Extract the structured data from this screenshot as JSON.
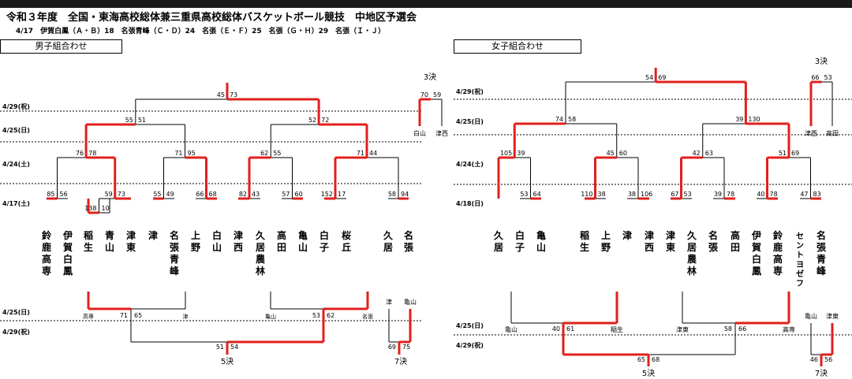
{
  "header": {
    "title": "令和３年度　全国・東海高校総体兼三重県高校総体バスケットボール競技　中地区予選会",
    "subtitle": "4/17　伊賀白鳳（Ａ・Ｂ）18　名張青峰（Ｃ・Ｄ）24　名張（Ｅ・Ｆ）25　名張（Ｇ・Ｈ）29　名張（Ｉ・Ｊ）"
  },
  "sections": {
    "boys": "男子組合わせ",
    "girls": "女子組合わせ"
  },
  "boys": {
    "dates": {
      "d429": "4/29(祝)",
      "d425": "4/25(日)",
      "d424": "4/24(土)",
      "d417": "4/17(土)",
      "c425": "4/25(日)",
      "c429": "4/29(祝)"
    },
    "teams": [
      "鈴鹿高専",
      "伊賀白鳳",
      "稲生",
      "青山",
      "津東",
      "津",
      "名張青峰",
      "上野",
      "白山",
      "津西",
      "久居農林",
      "高田",
      "亀山",
      "白子",
      "桜丘",
      "久居",
      "名張"
    ],
    "scores": {
      "final_l": "45",
      "final_r": "73",
      "sf1_l": "55",
      "sf1_r": "51",
      "sf2_l": "52",
      "sf2_r": "72",
      "qf1_l": "76",
      "qf1_r": "78",
      "qf2_l": "71",
      "qf2_r": "95",
      "qf3_l": "62",
      "qf3_r": "55",
      "qf4_l": "71",
      "qf4_r": "44",
      "r1a_l": "85",
      "r1a_r": "56",
      "r1b_l": "59",
      "r1b_r": "73",
      "r0_l": "138",
      "r0_r": "10",
      "r1c_l": "55",
      "r1c_r": "49",
      "r1d_l": "66",
      "r1d_r": "68",
      "r1e_l": "82",
      "r1e_r": "43",
      "r1f_l": "57",
      "r1f_r": "60",
      "r1g_l": "152",
      "r1g_r": "17",
      "r1h_l": "58",
      "r1h_r": "94",
      "t3_l": "70",
      "t3_r": "59",
      "c1_l": "71",
      "c1_r": "65",
      "c2_l": "53",
      "c2_r": "62",
      "c5_l": "51",
      "c5_r": "54",
      "c7_l": "69",
      "c7_r": "75"
    },
    "third": {
      "label": "3決",
      "left": "白山",
      "right": "津西"
    },
    "fifth": {
      "label": "5決",
      "a": "高専",
      "b": "津",
      "c": "亀山",
      "d": "名張"
    },
    "seventh": {
      "label": "7決",
      "left": "津",
      "right": "亀山"
    }
  },
  "girls": {
    "dates": {
      "d429": "4/29(祝)",
      "d425": "4/25(日)",
      "d424": "4/24(土)",
      "d418": "4/18(日)",
      "c425": "4/25(日)",
      "c429": "4/29(祝)"
    },
    "teams": [
      "久居",
      "白子",
      "亀山",
      "稲生",
      "上野",
      "津",
      "津西",
      "津東",
      "久居農林",
      "名張",
      "高田",
      "伊賀白鳳",
      "鈴鹿高専",
      "セントヨゼフ",
      "名張青峰"
    ],
    "scores": {
      "final_l": "54",
      "final_r": "69",
      "sf1_l": "74",
      "sf1_r": "58",
      "sf2_l": "39",
      "sf2_r": "130",
      "qf1_l": "105",
      "qf1_r": "39",
      "qf2_l": "45",
      "qf2_r": "60",
      "qf3_l": "42",
      "qf3_r": "63",
      "qf4_l": "51",
      "qf4_r": "69",
      "r1a_l": "53",
      "r1a_r": "64",
      "r1b_l": "110",
      "r1b_r": "38",
      "r1c_l": "38",
      "r1c_r": "106",
      "r1d_l": "67",
      "r1d_r": "53",
      "r1e_l": "39",
      "r1e_r": "78",
      "r1f_l": "40",
      "r1f_r": "78",
      "r1g_l": "47",
      "r1g_r": "83",
      "t3_l": "66",
      "t3_r": "53",
      "c1_l": "40",
      "c1_r": "61",
      "c2_l": "58",
      "c2_r": "66",
      "c5_l": "65",
      "c5_r": "68",
      "c7_l": "46",
      "c7_r": "56"
    },
    "third": {
      "label": "3決",
      "left": "津西",
      "right": "高田"
    },
    "fifth": {
      "label": "5決",
      "a": "亀山",
      "b": "稲生",
      "c": "津東",
      "d": "高専"
    },
    "seventh": {
      "label": "7決",
      "left": "亀山",
      "right": "津東"
    }
  },
  "colors": {
    "win": "#e0201c",
    "line": "#000000"
  }
}
